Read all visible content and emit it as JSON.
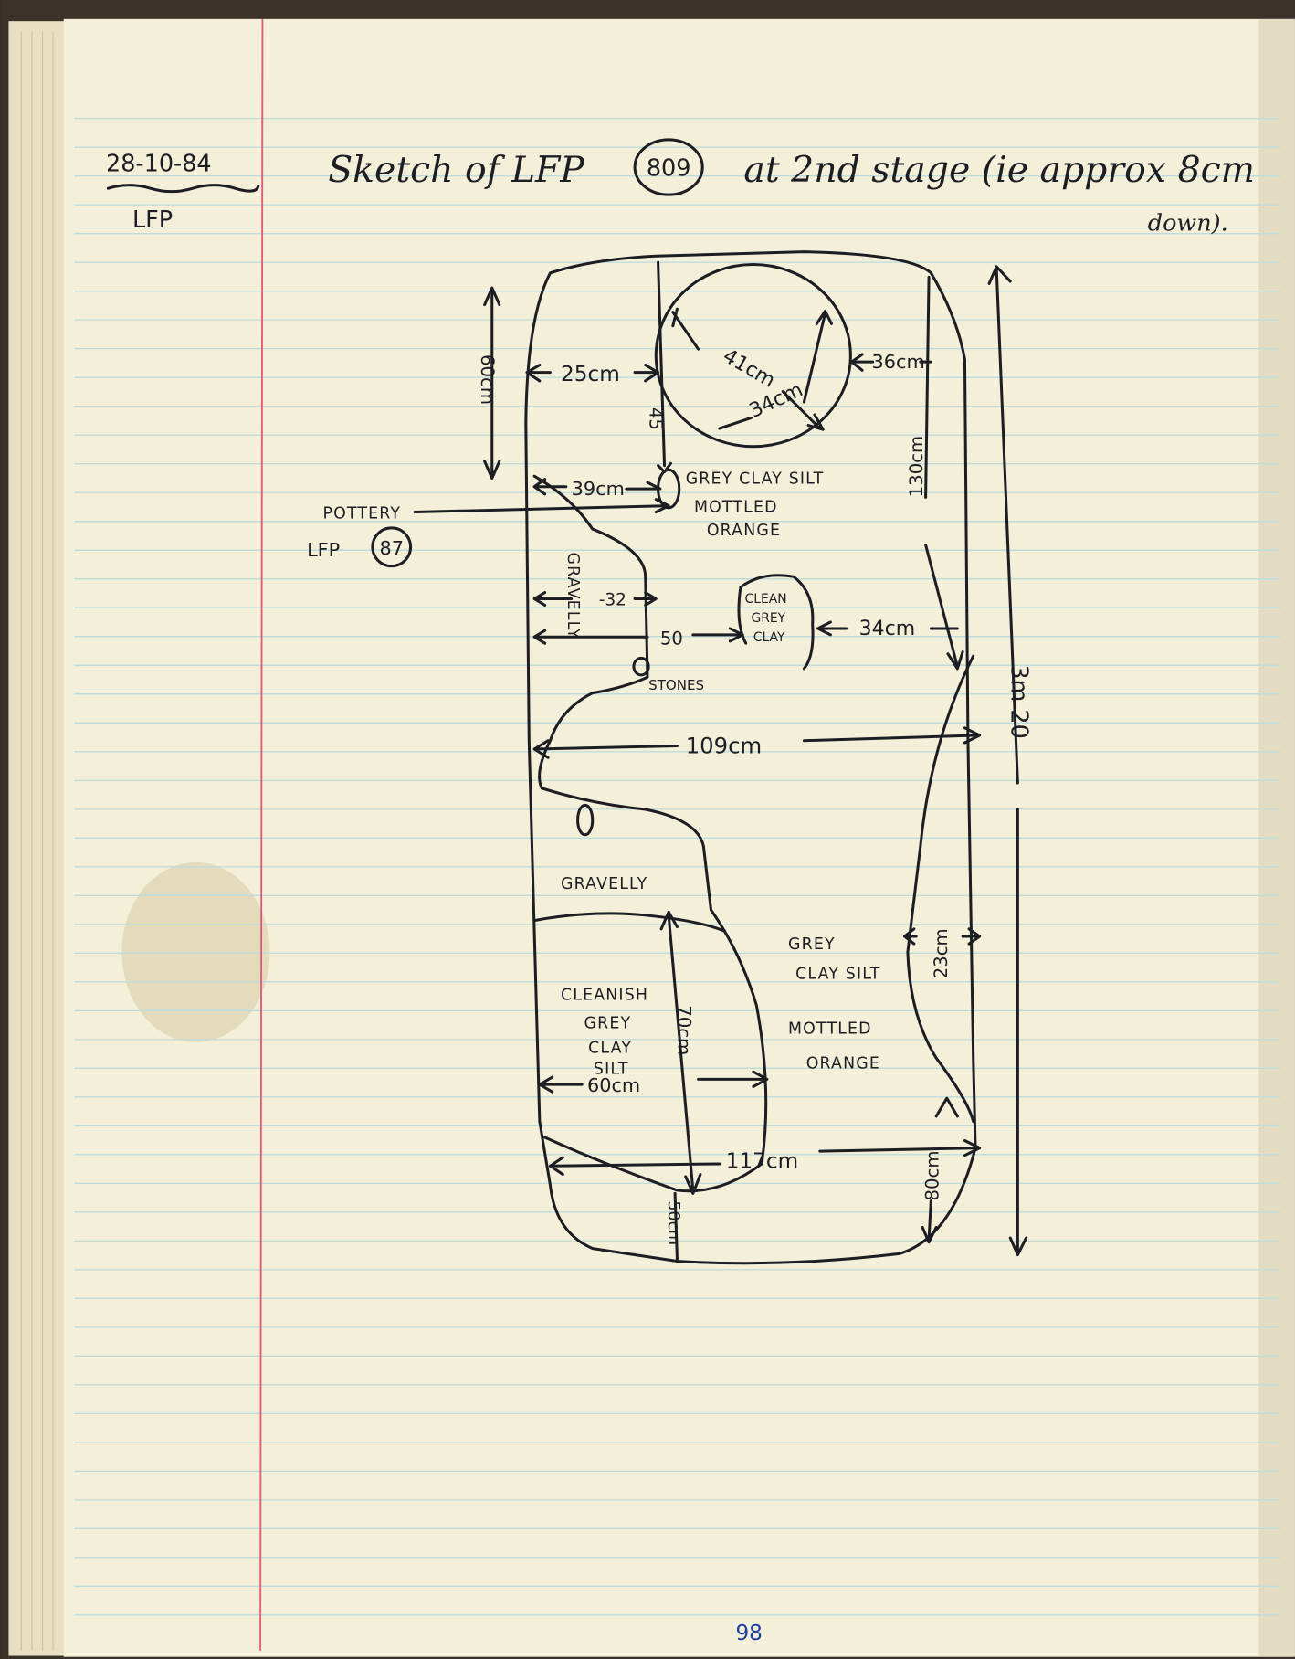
{
  "header": {
    "date": "28-10-84",
    "site_code": "LFP",
    "title_prefix": "Sketch of LFP",
    "feature_number": "809",
    "title_suffix": "at 2nd stage (ie approx 8cm",
    "title_continuation": "down)."
  },
  "sketch": {
    "labels": {
      "pottery": "POTTERY",
      "pottery_ref_prefix": "LFP",
      "pottery_ref_number": "87",
      "grey_clay_silt_top": "GREY CLAY SILT",
      "mottled_top": "MOTTLED",
      "orange_top": "ORANGE",
      "gravelly_top": "GRAVELLY",
      "clean_grey_clay": [
        "CLEAN",
        "GREY",
        "CLAY"
      ],
      "stones": "STONES",
      "gravelly_mid": "GRAVELLY",
      "cleanish_grey_clay_silt": [
        "CLEANISH",
        "GREY",
        "CLAY",
        "SILT"
      ],
      "grey_right": "GREY",
      "clay_silt_right": "CLAY SILT",
      "mottled_bottom": "MOTTLED",
      "orange_bottom": "ORANGE"
    },
    "measurements": {
      "m_60cm": "60cm",
      "m_25cm": "25cm",
      "m_41cm": "41cm",
      "m_34cm_circle": "34cm",
      "m_36cm": "36cm",
      "m_45": "45",
      "m_39cm": "39cm",
      "m_130cm": "130cm",
      "m_32": "-32",
      "m_50": "50",
      "m_34cm": "34cm",
      "m_109cm": "109cm",
      "m_total_length": "3m 20",
      "m_23cm": "23cm",
      "m_70cm": "70cm",
      "m_60cm_bottom": "60cm",
      "m_117cm": "117cm",
      "m_50cm": "50cm",
      "m_80cm": "80cm"
    }
  },
  "footer": {
    "page_number": "98"
  },
  "colors": {
    "paper": "#f3efd9",
    "rule_line": "#bfdcdc",
    "margin_line": "#e05a7a",
    "ink": "#1d1d24",
    "page_number_ink": "#1d3fa0"
  }
}
